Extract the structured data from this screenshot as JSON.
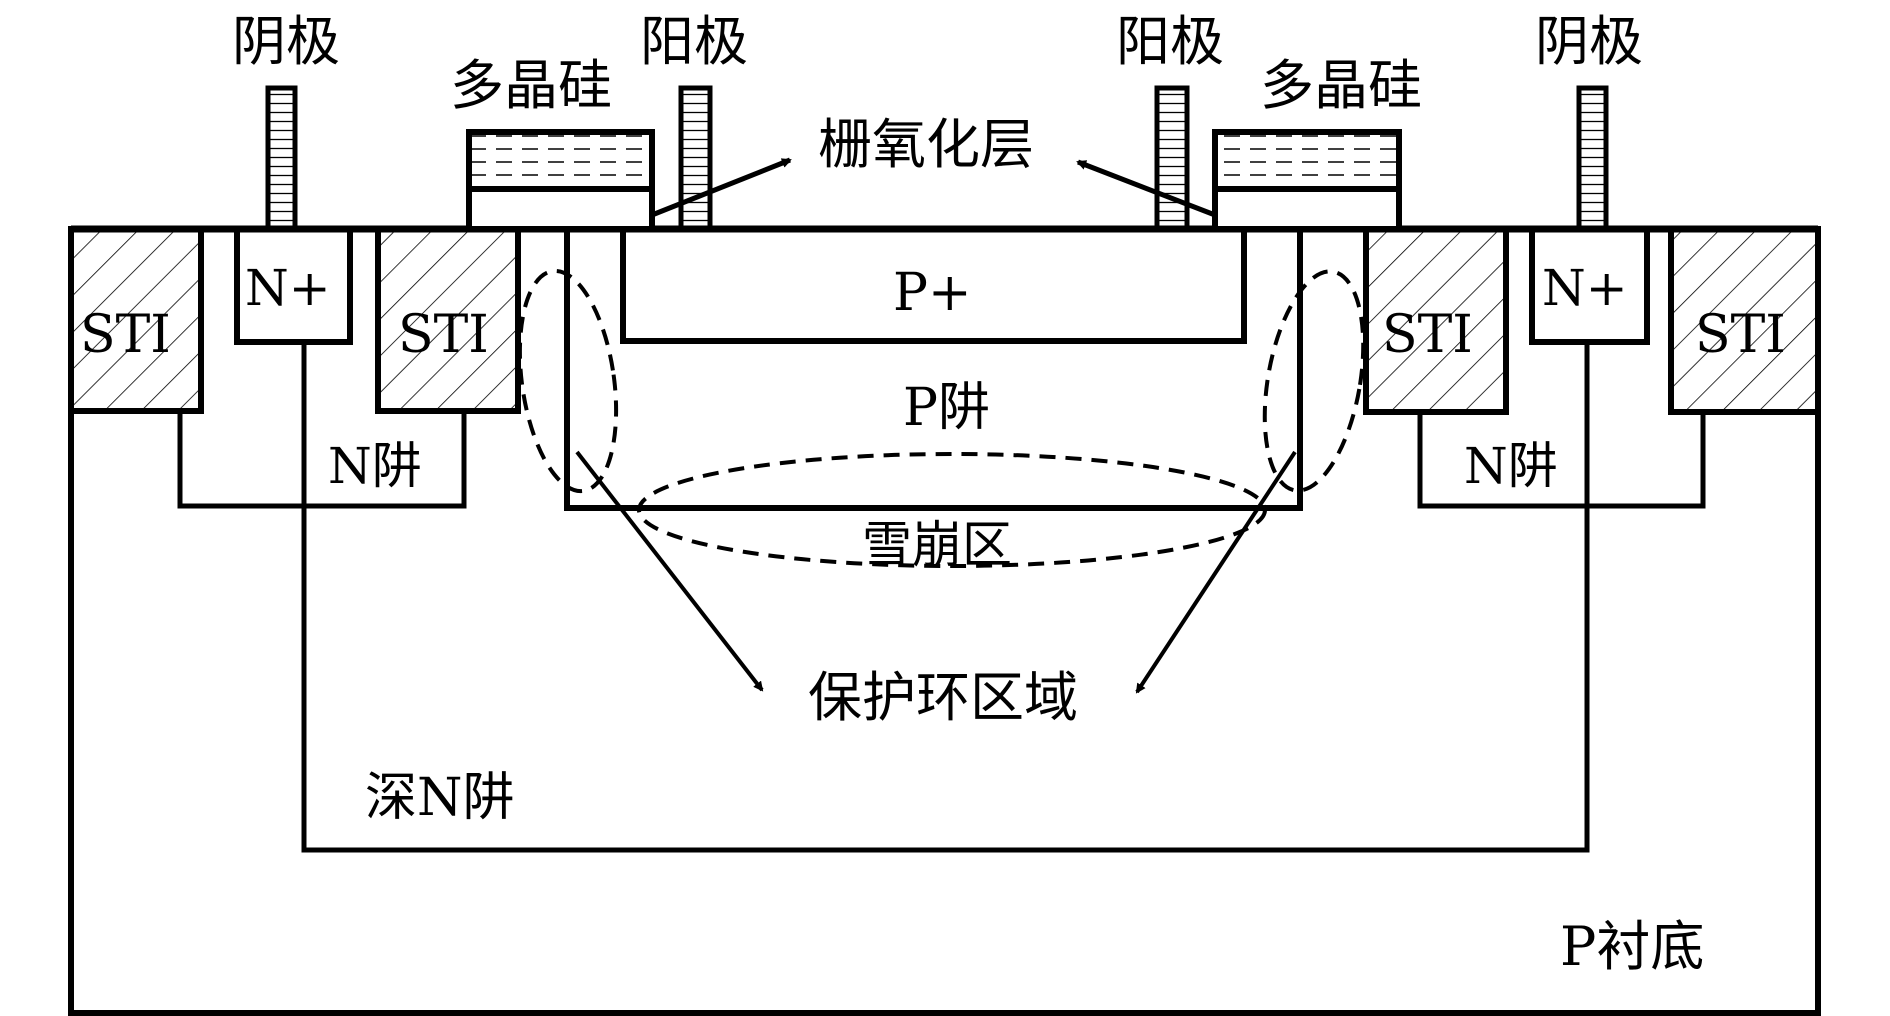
{
  "diagram": {
    "title": "SPAD device cross-section",
    "labels": {
      "cathode_left": "阴极",
      "cathode_right": "阴极",
      "anode_left": "阳极",
      "anode_right": "阳极",
      "poly_left": "多晶硅",
      "poly_right": "多晶硅",
      "gate_oxide": "栅氧化层",
      "sti_1": "STI",
      "sti_2": "STI",
      "sti_3": "STI",
      "sti_4": "STI",
      "nplus_left": "N+",
      "nplus_right": "N+",
      "pplus": "P+",
      "pwell": "P阱",
      "nwell_left": "N阱",
      "nwell_right": "N阱",
      "avalanche": "雪崩区",
      "guard_ring": "保护环区域",
      "deep_nwell": "深N阱",
      "substrate": "P衬底"
    },
    "colors": {
      "line": "#000000",
      "background": "#ffffff"
    }
  }
}
